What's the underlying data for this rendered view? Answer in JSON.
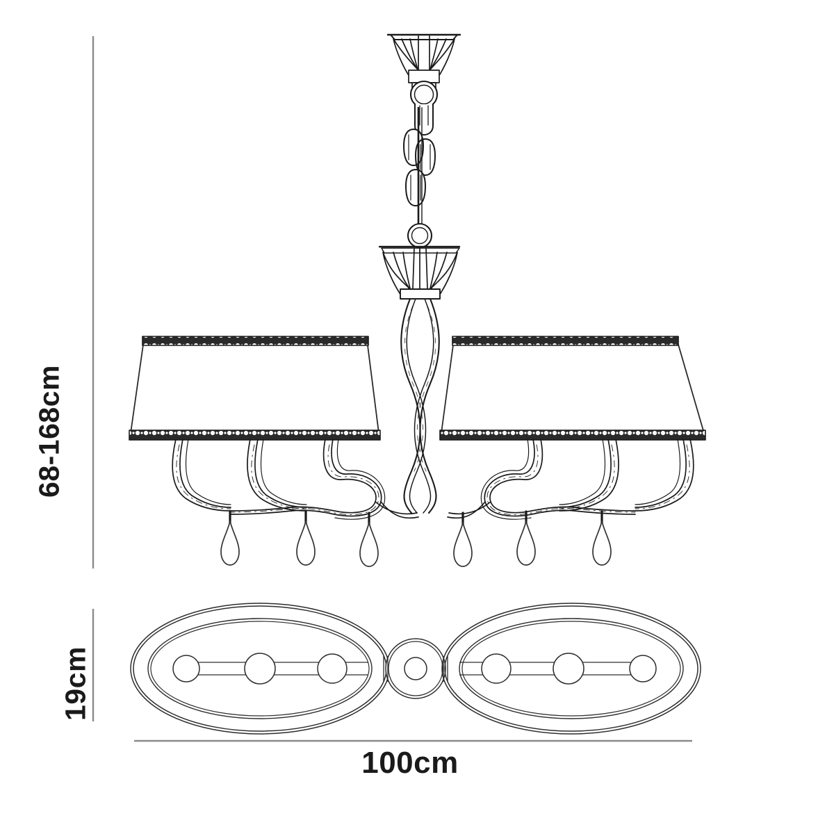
{
  "diagram": {
    "type": "technical-dimension-drawing",
    "subject": "6-light oval chandelier with two rectangular fabric shades",
    "views": [
      "front-elevation",
      "plan-view"
    ],
    "line_color": "#1a1a1a",
    "dimension_line_color": "#808080",
    "background": "#ffffff"
  },
  "dimensions": {
    "height": {
      "label": "68-168cm",
      "value_min": 68,
      "value_max": 168,
      "unit": "cm",
      "orientation": "vertical"
    },
    "depth": {
      "label": "19cm",
      "value": 19,
      "unit": "cm",
      "orientation": "vertical"
    },
    "width": {
      "label": "100cm",
      "value": 100,
      "unit": "cm",
      "orientation": "horizontal"
    }
  },
  "elevation": {
    "ceiling_rose": "flared-cone-canopy",
    "chain_links": 4,
    "mid_flare": "inverted-trumpet-collar",
    "shades": [
      {
        "position": "left",
        "shape": "tapered-drum",
        "trim": "beaded-braid"
      },
      {
        "position": "right",
        "shape": "tapered-drum",
        "trim": "beaded-braid"
      }
    ],
    "arms": 6,
    "crystal_drops": 6
  },
  "plan": {
    "ellipses": [
      {
        "position": "left",
        "lamps": 3
      },
      {
        "position": "right",
        "lamps": 3
      }
    ],
    "center_hub": "circular-boss",
    "lamps_total": 6
  }
}
